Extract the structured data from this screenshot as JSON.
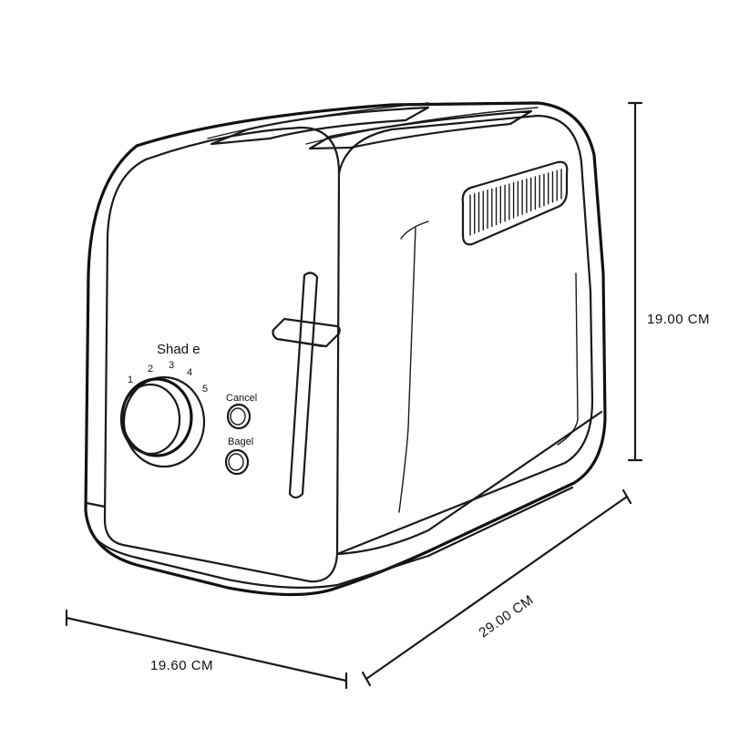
{
  "appliance": {
    "control_panel": {
      "dial_title": "Shad e",
      "shade_numbers": [
        "1",
        "2",
        "3",
        "4",
        "5"
      ],
      "buttons": [
        "Cancel",
        "Bagel"
      ]
    }
  },
  "dimensions": {
    "height": "19.00 CM",
    "depth": "29.00 CM",
    "width": "19.60 CM"
  }
}
